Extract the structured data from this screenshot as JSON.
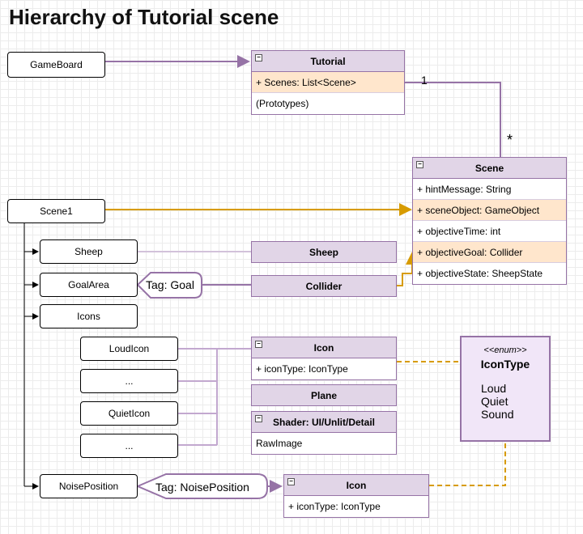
{
  "title": "Hierarchy of Tutorial scene",
  "nodes": {
    "gameboard": "GameBoard",
    "scene1": "Scene1",
    "sheep": "Sheep",
    "goalarea": "GoalArea",
    "icons": "Icons",
    "loudicon": "LoudIcon",
    "ellipsis1": "...",
    "quieticon": "QuietIcon",
    "ellipsis2": "...",
    "noiseposition": "NoisePosition"
  },
  "tags": {
    "goal": "Tag: Goal",
    "noise": "Tag: NoisePosition"
  },
  "tutorial_class": {
    "name": "Tutorial",
    "rows": [
      "+ Scenes: List<Scene>",
      "(Prototypes)"
    ]
  },
  "scene_class": {
    "name": "Scene",
    "rows": [
      "+ hintMessage: String",
      "+ sceneObject: GameObject",
      "+ objectiveTime: int",
      "+ objectiveGoal: Collider",
      "+ objectiveState: SheepState"
    ]
  },
  "icon_class": {
    "name": "Icon",
    "rows": [
      "+ iconType: IconType"
    ]
  },
  "icon_class2": {
    "name": "Icon",
    "rows": [
      "+ iconType: IconType"
    ]
  },
  "shader_class": {
    "name": "Shader: UI/Unlit/Detail",
    "rows": [
      "RawImage"
    ]
  },
  "plain": {
    "sheep": "Sheep",
    "collider": "Collider",
    "plane": "Plane"
  },
  "enum": {
    "stereotype": "<<enum>>",
    "name": "IconType",
    "literals": [
      "Loud",
      "Quiet",
      "Sound"
    ]
  },
  "multiplicity": {
    "one": "1",
    "many": "*"
  },
  "colors": {
    "purple": "#9673a6",
    "orange": "#d79b00",
    "header": "#e1d5e7",
    "highlight": "#ffe6cc"
  }
}
